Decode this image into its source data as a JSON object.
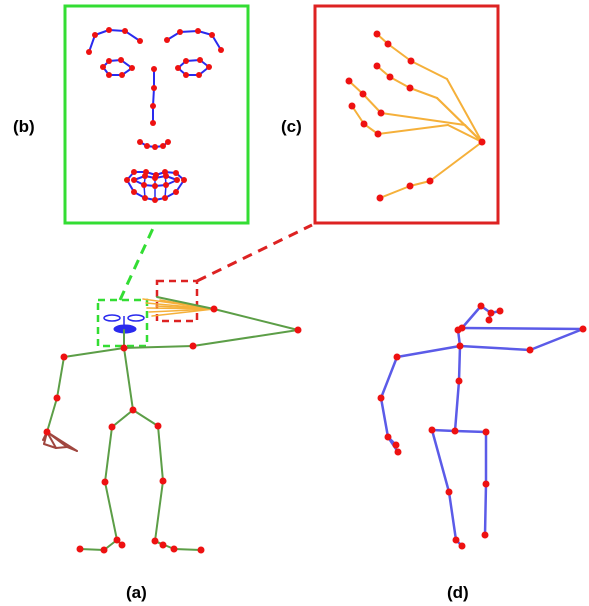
{
  "labels": {
    "a": "(a)",
    "b": "(b)",
    "c": "(c)",
    "d": "(d)"
  },
  "colors": {
    "face_box": "#33dd33",
    "hand_box": "#dd2222",
    "face_edge": "#2a2aee",
    "hand_edge": "#f5b03a",
    "body_edge": "#5c9e47",
    "left_hand_edge": "#a0463f",
    "pose_edge": "#5b5be8",
    "joint": "#ee1111"
  }
}
